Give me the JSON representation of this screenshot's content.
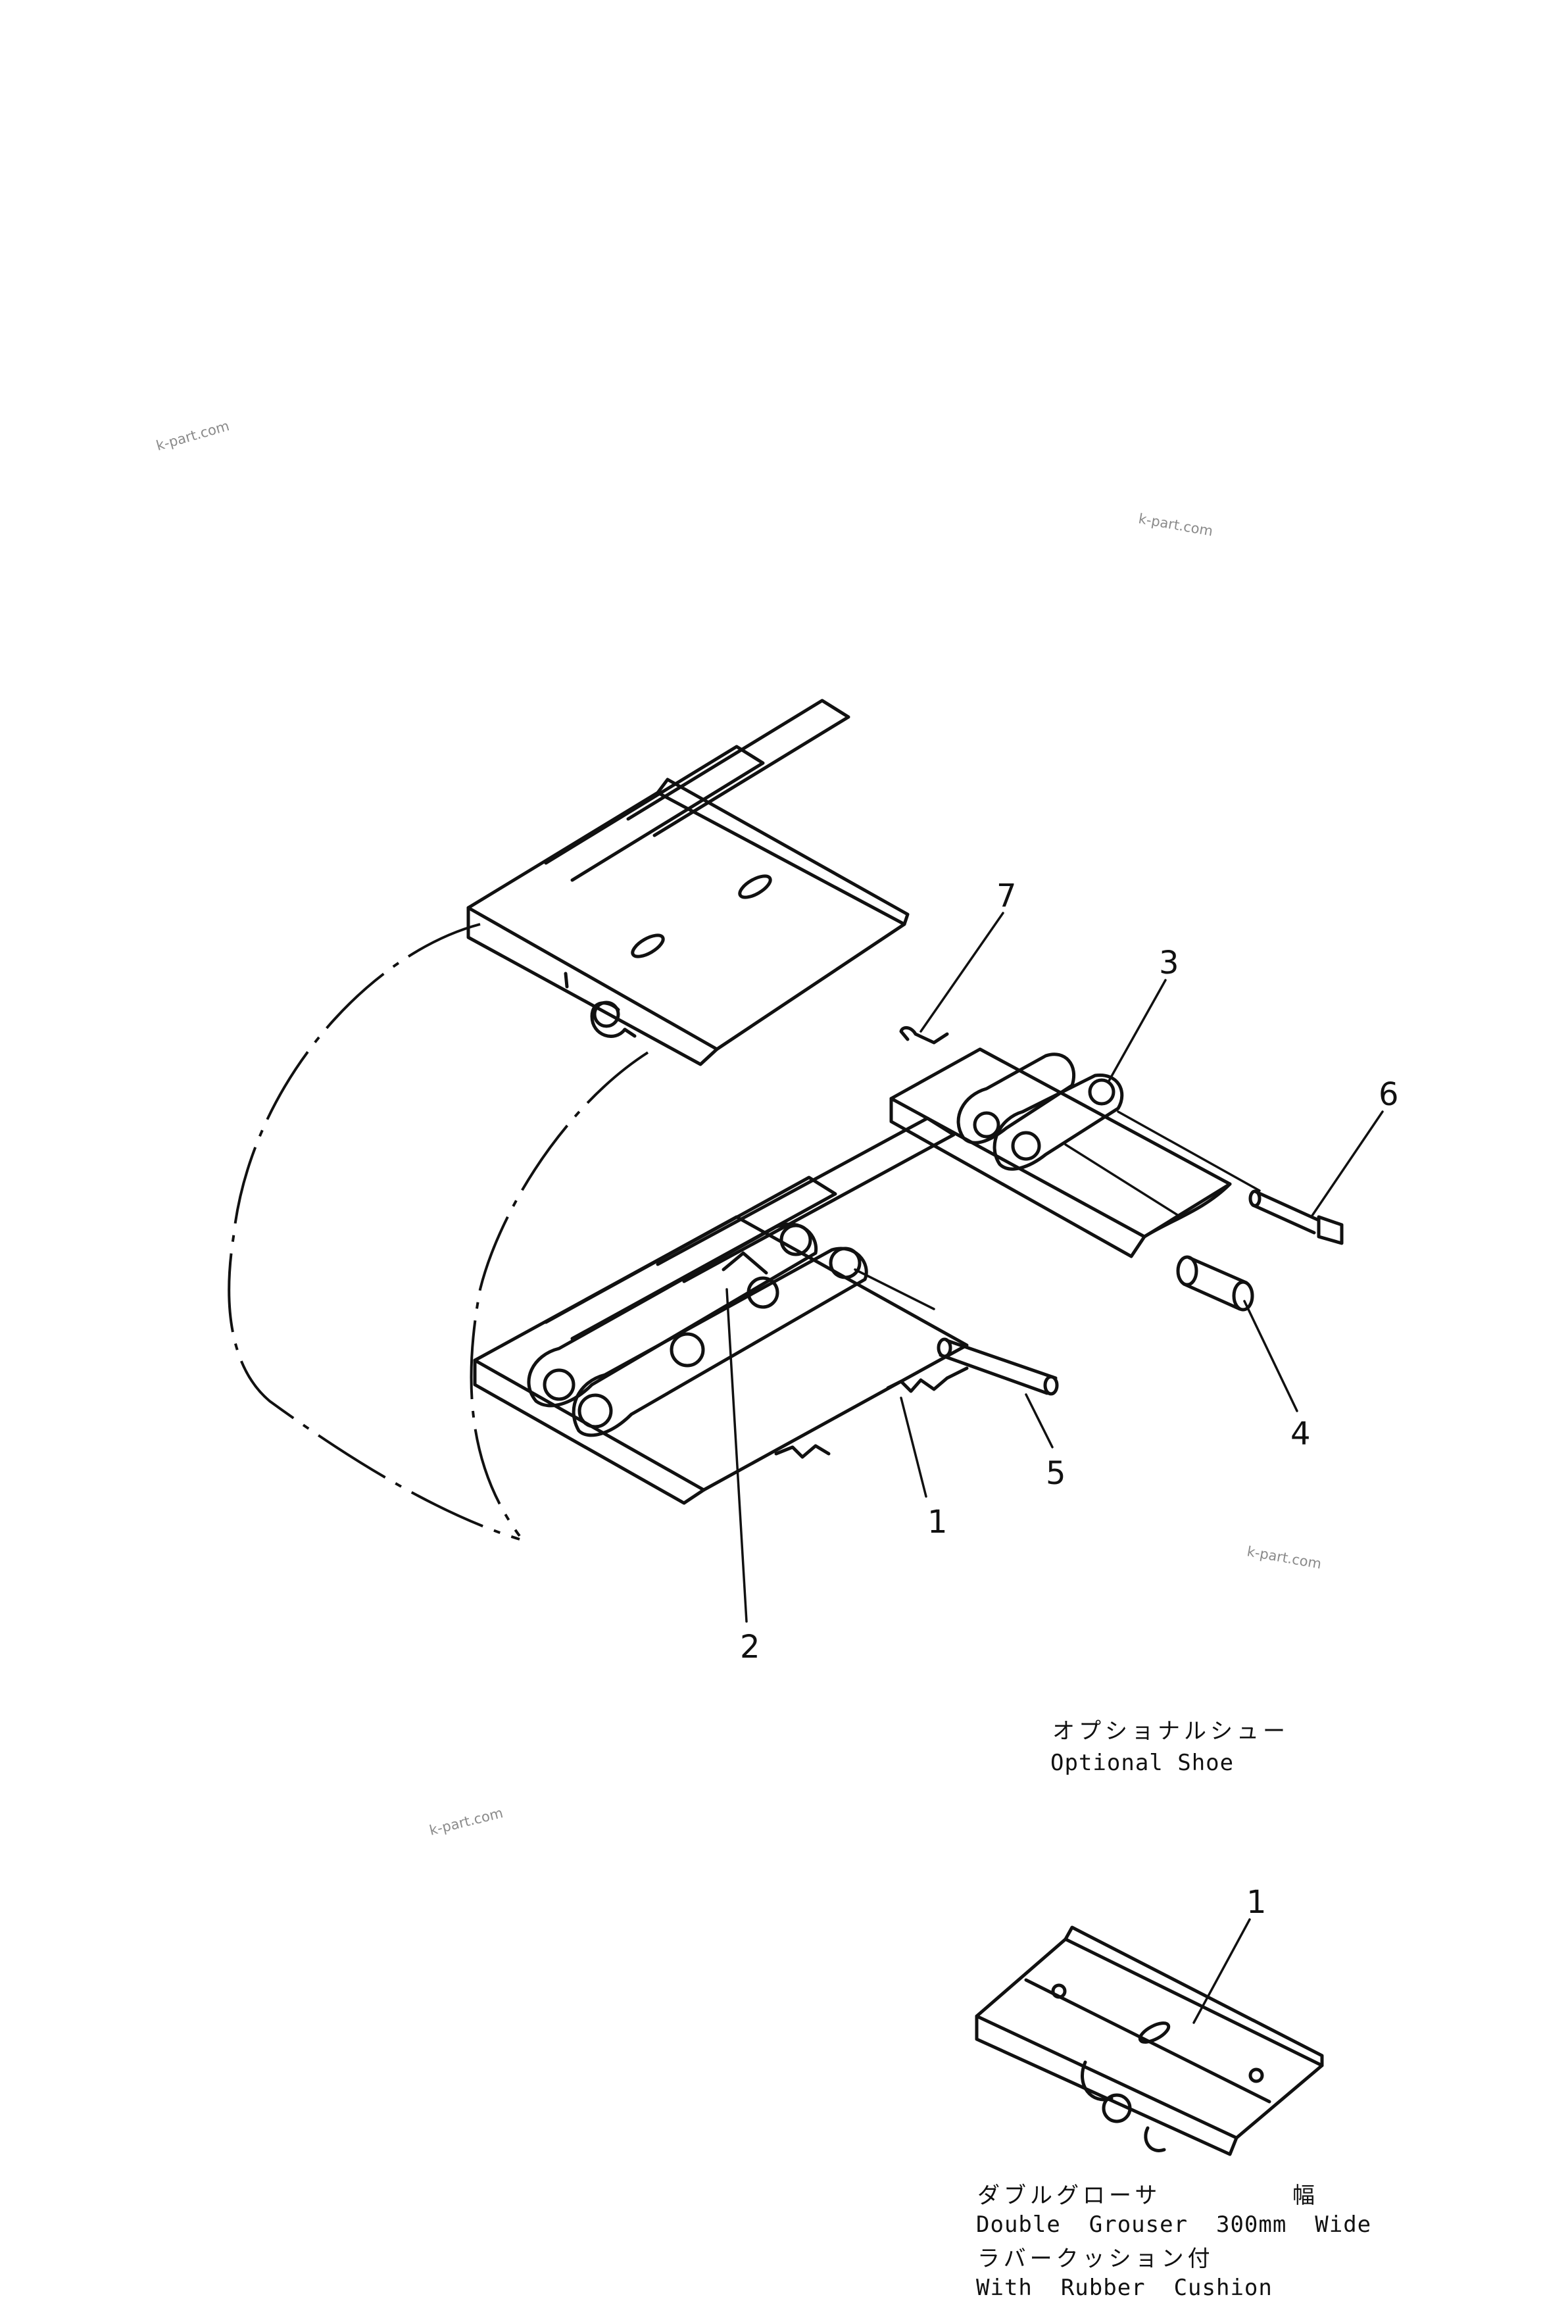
{
  "callouts": [
    "1",
    "2",
    "3",
    "4",
    "5",
    "6",
    "7"
  ],
  "optional_shoe": {
    "label_jp": "オプショナルシュー",
    "label_en": "Optional Shoe",
    "callout": "1"
  },
  "double_grouser": {
    "line1_jp": "ダブルグローサ",
    "line1_jp_suffix": "幅",
    "line2_en": "Double  Grouser  300mm  Wide",
    "line3_jp": "ラバークッション付",
    "line4_en": "With  Rubber  Cushion"
  },
  "watermarks": [
    "k-part.com",
    "k-part.com",
    "k-part.com",
    "k-part.com"
  ]
}
